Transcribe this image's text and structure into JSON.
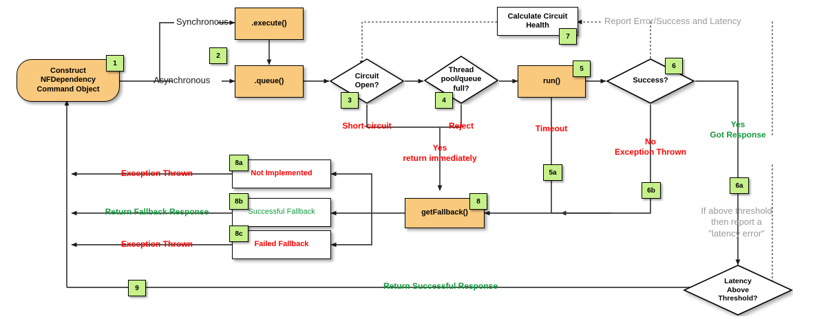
{
  "diagram": {
    "title": "Hystrix Command Execution Flow",
    "colors": {
      "node_fill": "#f9c97d",
      "white_fill": "#ffffff",
      "badge_fill": "#c6f08a",
      "error_text": "#ff0000",
      "success_text": "#139a3d",
      "note_text": "#9a9a9a",
      "stroke": "#1a1a1a"
    },
    "nodes": [
      {
        "id": "construct",
        "label": "Construct\nNFDependency\nCommand Object",
        "badge": "1",
        "shape": "pill",
        "fill": "orange"
      },
      {
        "id": "execute",
        "label": ".execute()",
        "badge": "",
        "shape": "rect",
        "fill": "orange"
      },
      {
        "id": "queue",
        "label": ".queue()",
        "badge": "",
        "shape": "rect",
        "fill": "orange"
      },
      {
        "id": "circuit-open",
        "label": "Circuit\nOpen?",
        "badge": "3",
        "shape": "diamond",
        "fill": "white"
      },
      {
        "id": "threadpool-full",
        "label": "Thread\npool/queue\nfull?",
        "badge": "4",
        "shape": "diamond",
        "fill": "white"
      },
      {
        "id": "run",
        "label": "run()",
        "badge": "5",
        "shape": "rect",
        "fill": "orange"
      },
      {
        "id": "success",
        "label": "Success?",
        "badge": "6",
        "shape": "diamond",
        "fill": "white"
      },
      {
        "id": "calculate-circuit-health",
        "label": "Calculate Circuit\nHealth",
        "badge": "7",
        "shape": "rect",
        "fill": "white"
      },
      {
        "id": "get-fallback",
        "label": "getFallback()",
        "badge": "8",
        "shape": "rect",
        "fill": "orange"
      },
      {
        "id": "not-implemented",
        "label": "Not Implemented",
        "badge": "8a",
        "shape": "rect",
        "fill": "white",
        "text_color": "error"
      },
      {
        "id": "successful-fallback",
        "label": "Successful Fallback",
        "badge": "8b",
        "shape": "rect",
        "fill": "white",
        "text_color": "success"
      },
      {
        "id": "failed-fallback",
        "label": "Failed Fallback",
        "badge": "8c",
        "shape": "rect",
        "fill": "white",
        "text_color": "error"
      },
      {
        "id": "latency-above-threshold",
        "label": "Latency\nAbove\nThreshold?",
        "badge": "",
        "shape": "diamond",
        "fill": "white"
      }
    ],
    "node_labels": {
      "construct_l1": "Construct",
      "construct_l2": "NFDependency",
      "construct_l3": "Command Object",
      "execute": ".execute()",
      "queue": ".queue()",
      "circuit_open_l1": "Circuit",
      "circuit_open_l2": "Open?",
      "threadpool_l1": "Thread",
      "threadpool_l2": "pool/queue",
      "threadpool_l3": "full?",
      "run": "run()",
      "success": "Success?",
      "health_l1": "Calculate Circuit",
      "health_l2": "Health",
      "get_fallback": "getFallback()",
      "not_implemented": "Not Implemented",
      "successful_fallback": "Successful Fallback",
      "failed_fallback": "Failed Fallback",
      "latency_l1": "Latency",
      "latency_l2": "Above",
      "latency_l3": "Threshold?"
    },
    "badges": {
      "b1": "1",
      "b2": "2",
      "b3": "3",
      "b4": "4",
      "b5": "5",
      "b5a": "5a",
      "b6": "6",
      "b6a": "6a",
      "b6b": "6b",
      "b7": "7",
      "b8": "8",
      "b8a": "8a",
      "b8b": "8b",
      "b8c": "8c",
      "b9": "9"
    },
    "edge_labels": {
      "synchronous": "Synchronous",
      "asynchronous": "Asynchronous",
      "short_circuit": "Short-circuit",
      "reject": "Reject",
      "timeout": "Timeout",
      "yes_line1": "Yes",
      "yes_line2": "return immediately",
      "no_exception_line1": "No",
      "no_exception_line2": "Exception Thrown",
      "yes_got_line1": "Yes",
      "yes_got_line2": "Got Response",
      "exception_thrown_a": "Exception Thrown",
      "return_fallback_response": "Return Fallback Response",
      "exception_thrown_c": "Exception Thrown",
      "return_successful_response": "Return Successful Response",
      "report_note": "Report Error/Success and Latency",
      "threshold_note_l1": "If above threshold",
      "threshold_note_l2": "then report a",
      "threshold_note_l3": "\"latency error\""
    }
  }
}
